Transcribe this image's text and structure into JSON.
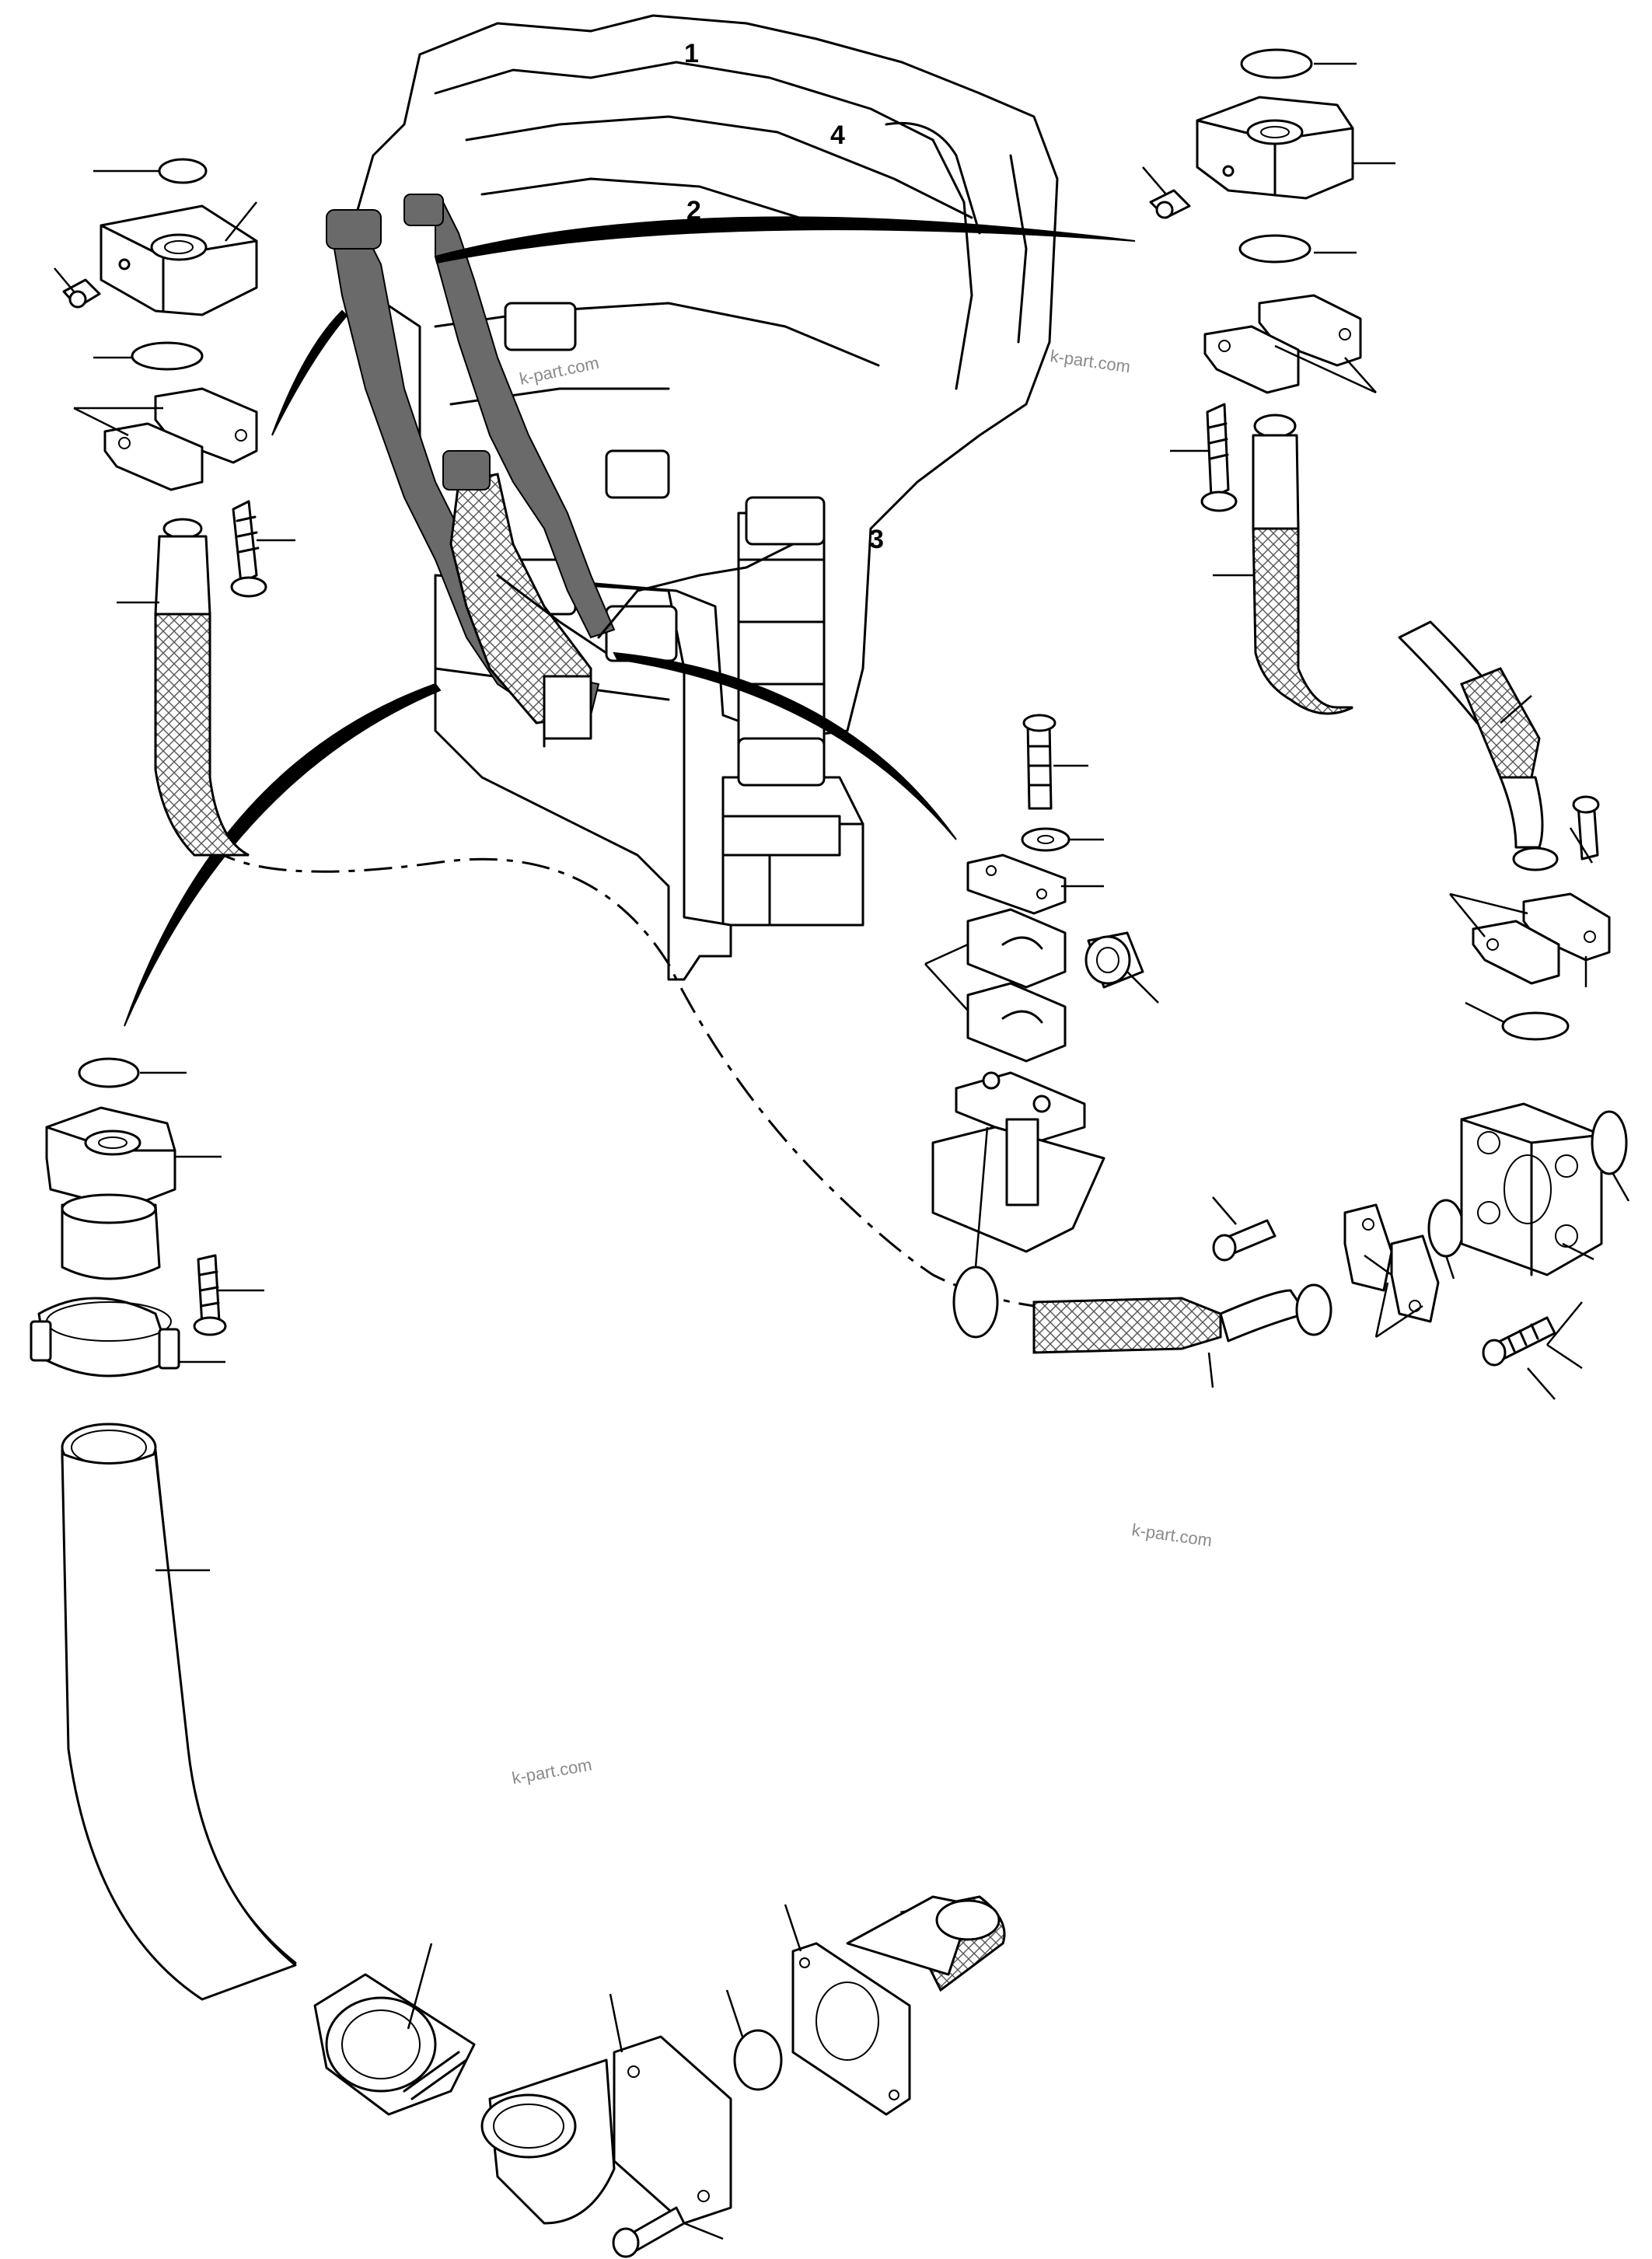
{
  "diagram": {
    "assembly_labels": [
      "1",
      "2",
      "3",
      "4"
    ],
    "watermark": "k-part.com"
  }
}
